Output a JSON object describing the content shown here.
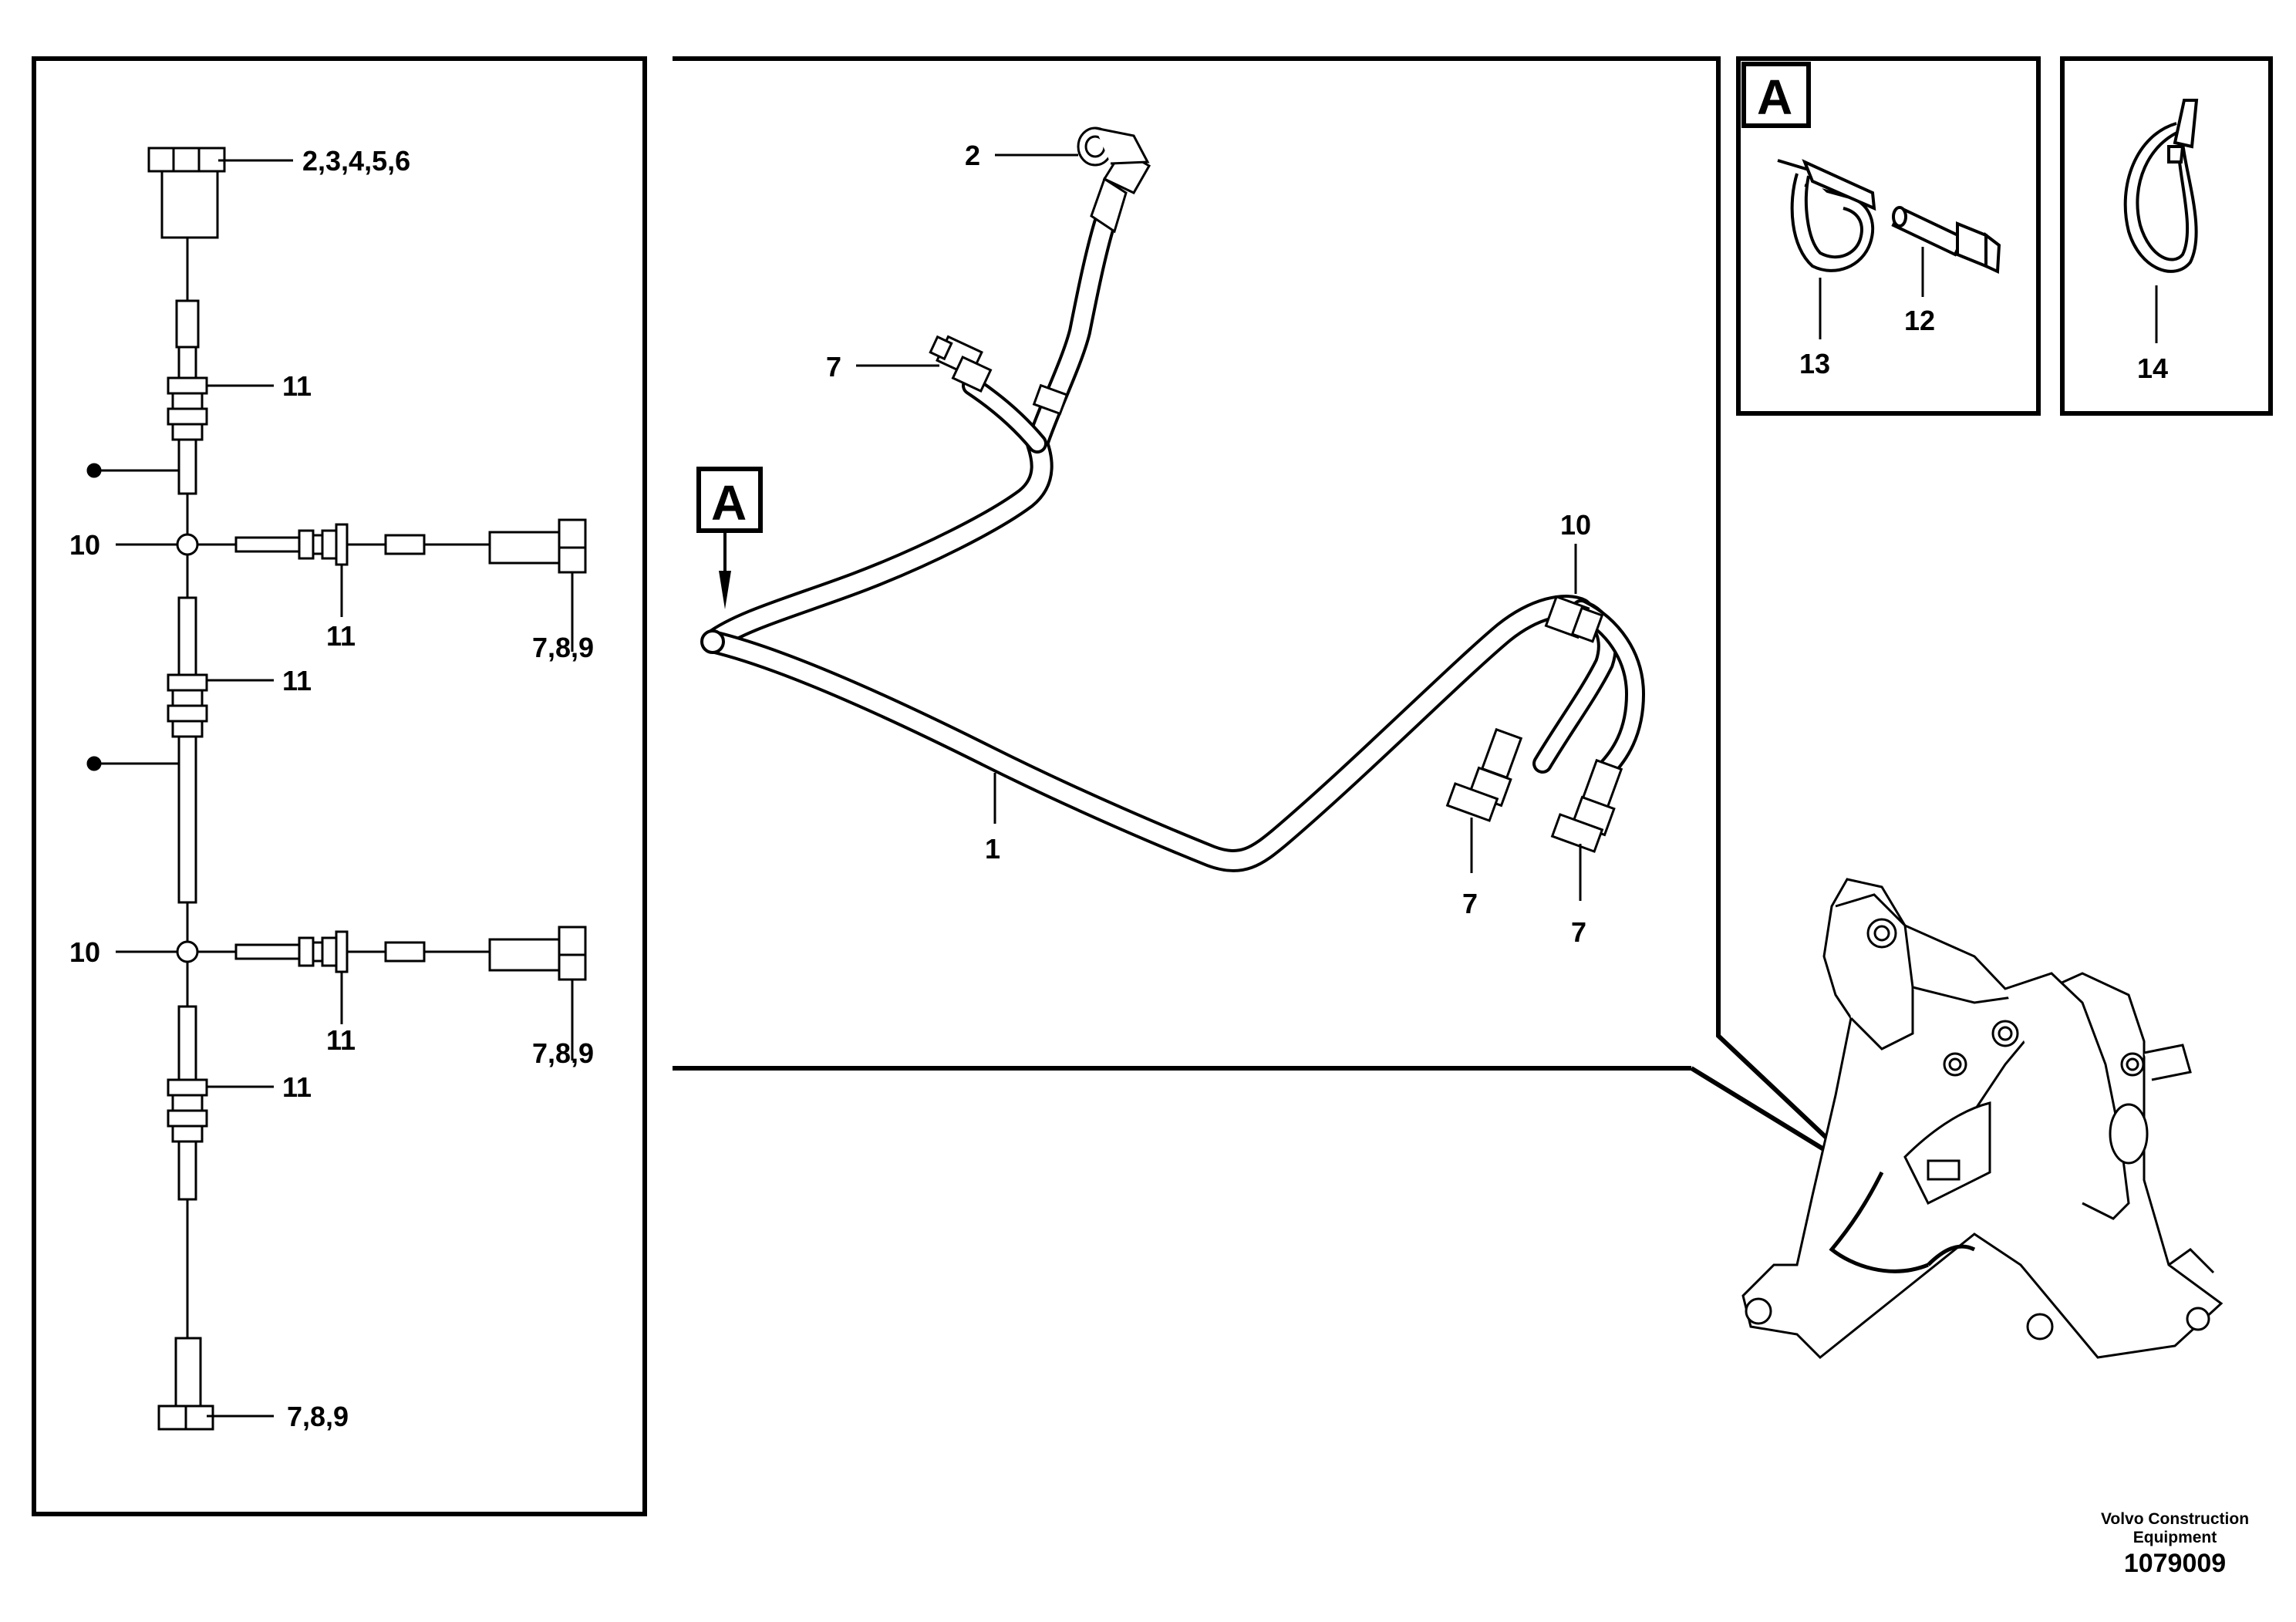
{
  "labels": {
    "top_connector": "2,3,4,5,6",
    "eleven": "11",
    "ten": "10",
    "seven_eight_nine": "7,8,9",
    "one": "1",
    "two": "2",
    "seven": "7",
    "twelve": "12",
    "thirteen": "13",
    "fourteen": "14",
    "detail_a": "A"
  },
  "footer": {
    "company_line1": "Volvo Construction",
    "company_line2": "Equipment",
    "drawing_number": "1079009"
  }
}
